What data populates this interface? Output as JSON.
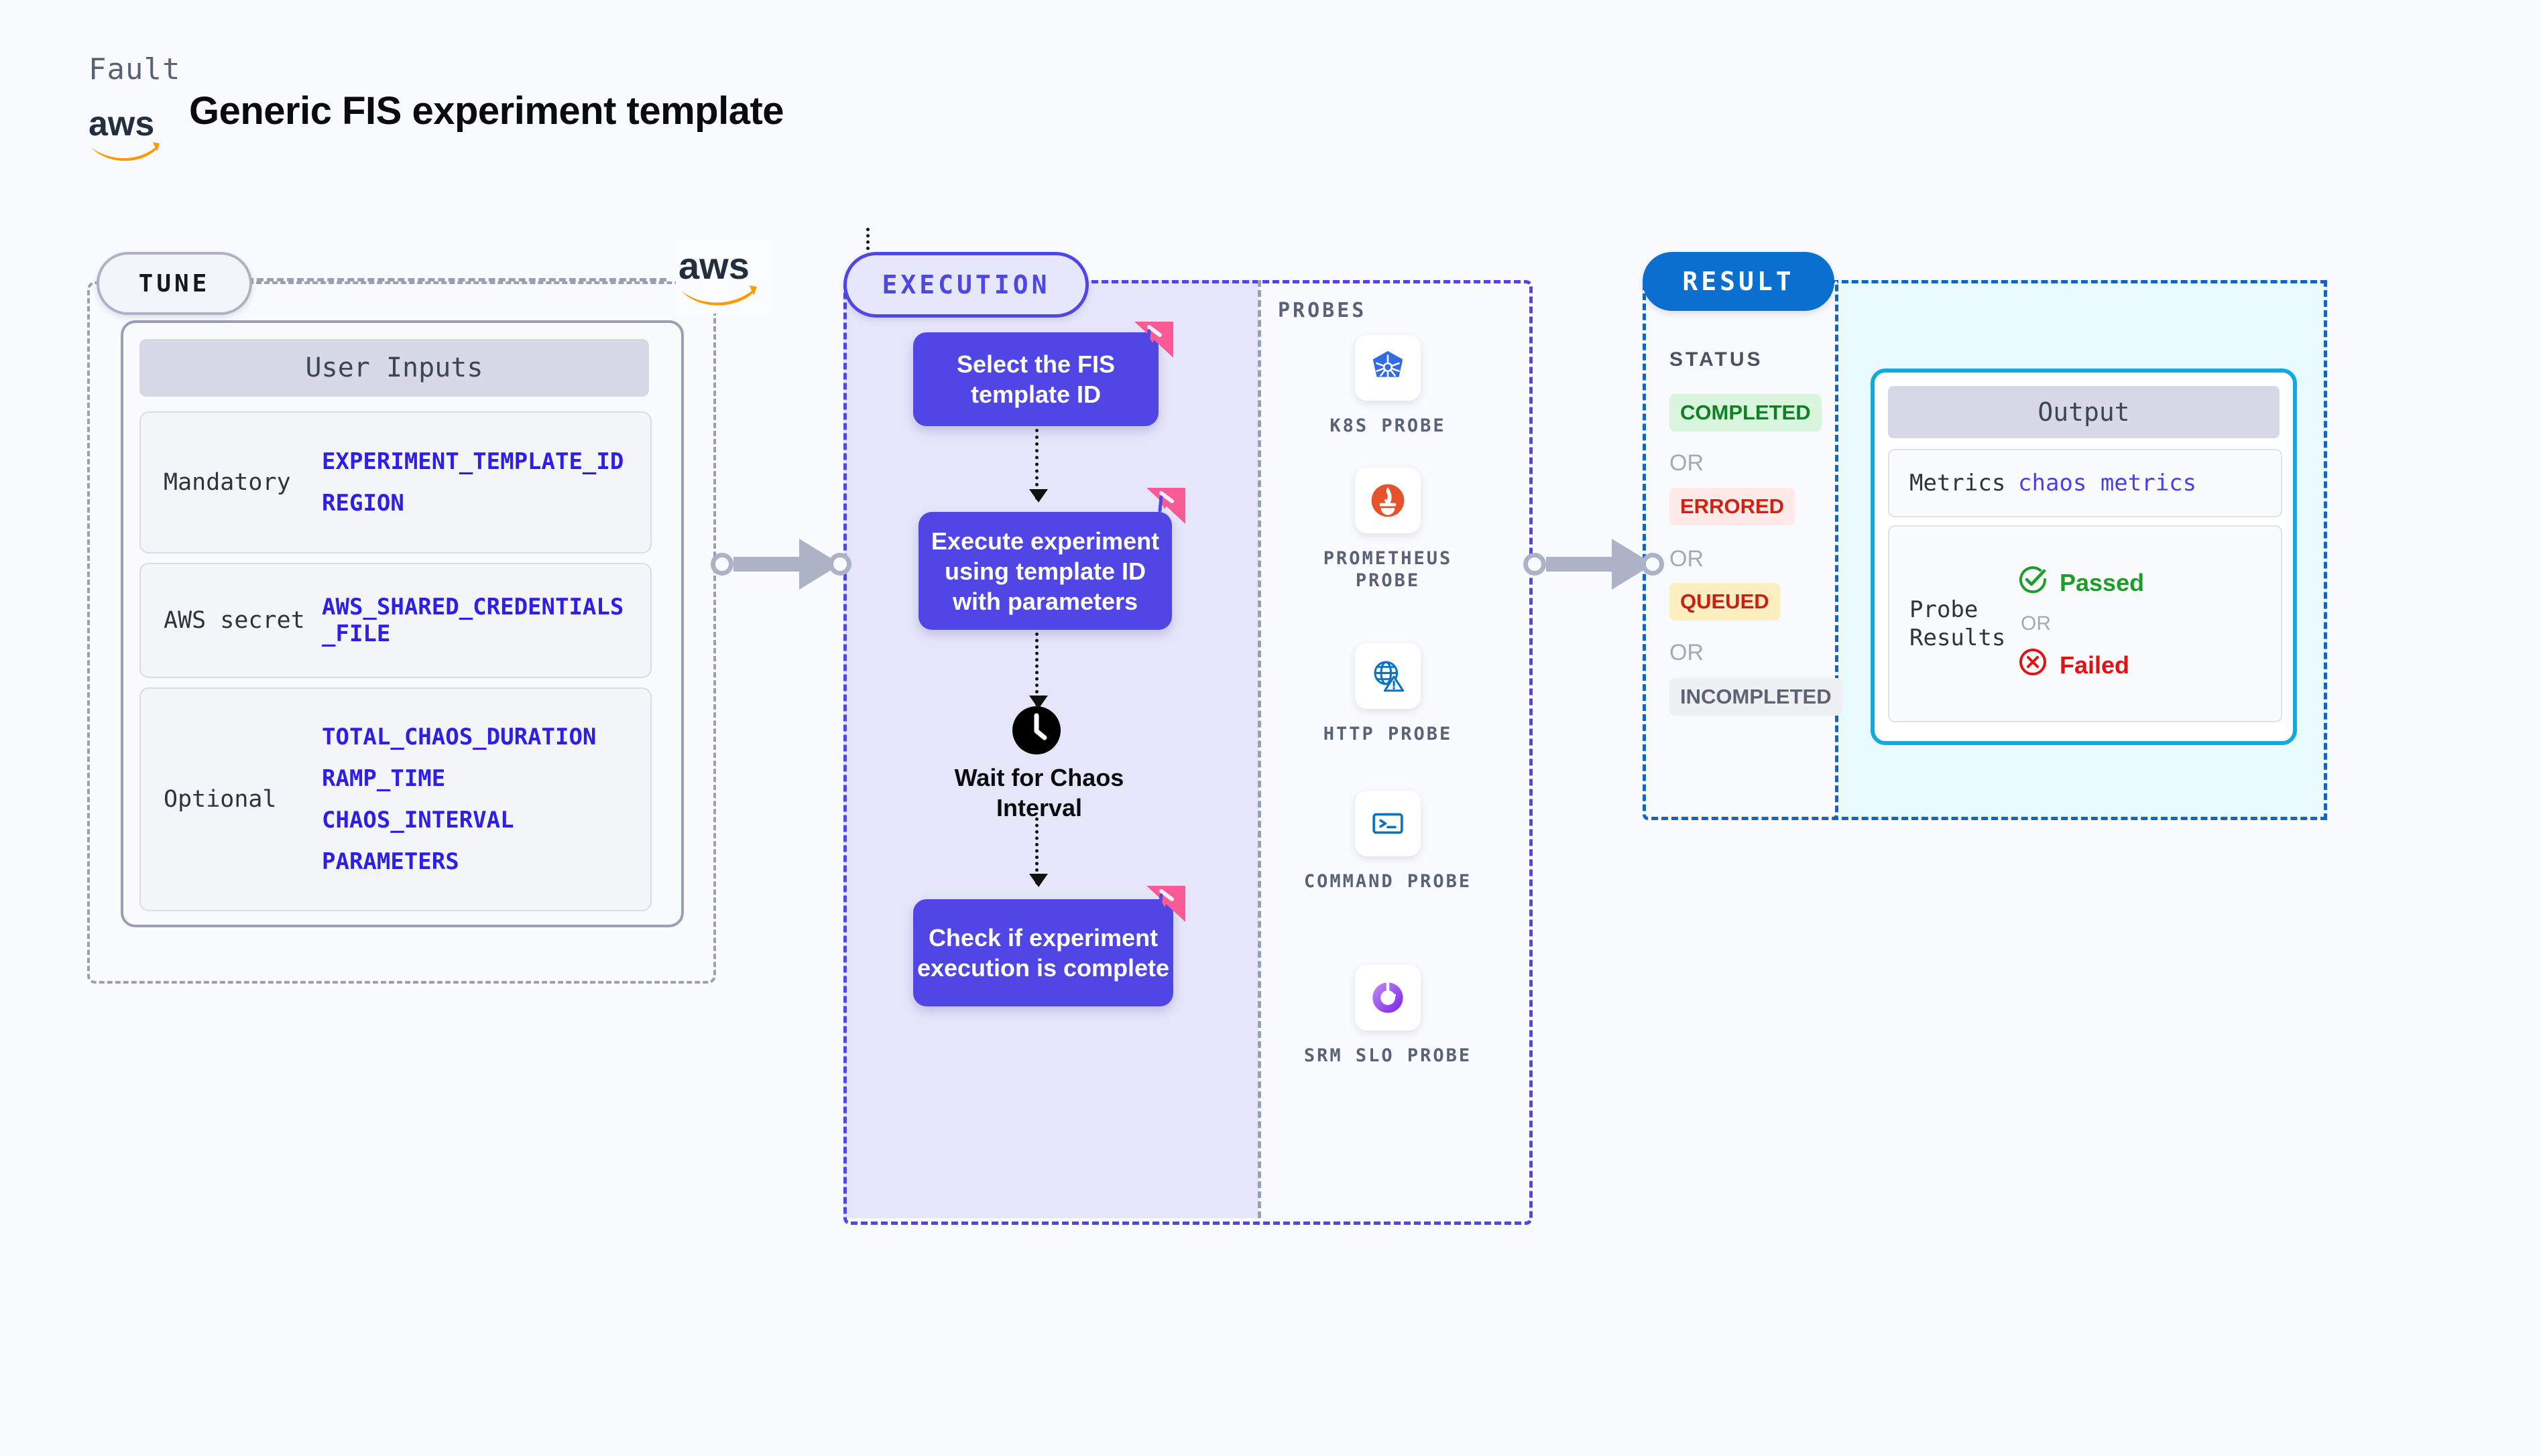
{
  "header": {
    "fault_label": "Fault",
    "title": "Generic FIS experiment template",
    "aws_logo": "aws-logo"
  },
  "tune": {
    "badge": "TUNE",
    "aws_logo": "aws-logo",
    "card_header": "User Inputs",
    "rows": [
      {
        "label": "Mandatory",
        "values": [
          "EXPERIMENT_TEMPLATE_ID",
          "REGION"
        ]
      },
      {
        "label": "AWS secret",
        "values": [
          "AWS_SHARED_CREDENTIALS",
          "_FILE"
        ]
      },
      {
        "label": "Optional",
        "values": [
          "TOTAL_CHAOS_DURATION",
          "RAMP_TIME",
          "CHAOS_INTERVAL",
          "PARAMETERS"
        ]
      }
    ]
  },
  "execution": {
    "badge": "EXECUTION",
    "nodes": [
      "Select the FIS template ID",
      "Execute experiment using template ID with parameters",
      "Check if experiment execution is complete"
    ],
    "wait_icon": "clock-icon",
    "wait_label": "Wait for Chaos Interval",
    "corner_icon": "litmus-chaos-icon"
  },
  "probes": {
    "label": "PROBES",
    "items": [
      {
        "name": "K8S PROBE",
        "icon": "kubernetes-icon"
      },
      {
        "name": "PROMETHEUS PROBE",
        "icon": "prometheus-icon"
      },
      {
        "name": "HTTP PROBE",
        "icon": "globe-warning-icon"
      },
      {
        "name": "COMMAND PROBE",
        "icon": "terminal-icon"
      },
      {
        "name": "SRM SLO PROBE",
        "icon": "srm-slo-icon"
      }
    ]
  },
  "result": {
    "badge": "RESULT",
    "status_label": "STATUS",
    "or_text": "OR",
    "statuses": [
      {
        "text": "COMPLETED",
        "bg": "#d9f5dd",
        "fg": "#108024"
      },
      {
        "text": "ERRORED",
        "bg": "#fdeae9",
        "fg": "#d32011"
      },
      {
        "text": "QUEUED",
        "bg": "#fbeec0",
        "fg": "#cc1f14"
      },
      {
        "text": "INCOMPLETED",
        "bg": "#eef0f4",
        "fg": "#5c6373"
      }
    ],
    "output": {
      "header": "Output",
      "metrics_label": "Metrics",
      "metrics_value": "chaos metrics",
      "probe_results_label": "Probe Results",
      "passed": "Passed",
      "failed": "Failed",
      "or_text": "OR",
      "passed_icon": "check-circle-icon",
      "failed_icon": "x-circle-icon"
    }
  },
  "colors": {
    "background": "#f9fbfe",
    "execution_purple": "#4f46e5",
    "execution_fill": "#e6e6fa",
    "result_blue": "#0a6fcf",
    "result_fill": "#e9fbff",
    "output_border": "#12a8e0",
    "variable_blue": "#2d1fe8",
    "litmus_pink": "#fa5b96",
    "arrow_gray": "#aeb2c6"
  }
}
